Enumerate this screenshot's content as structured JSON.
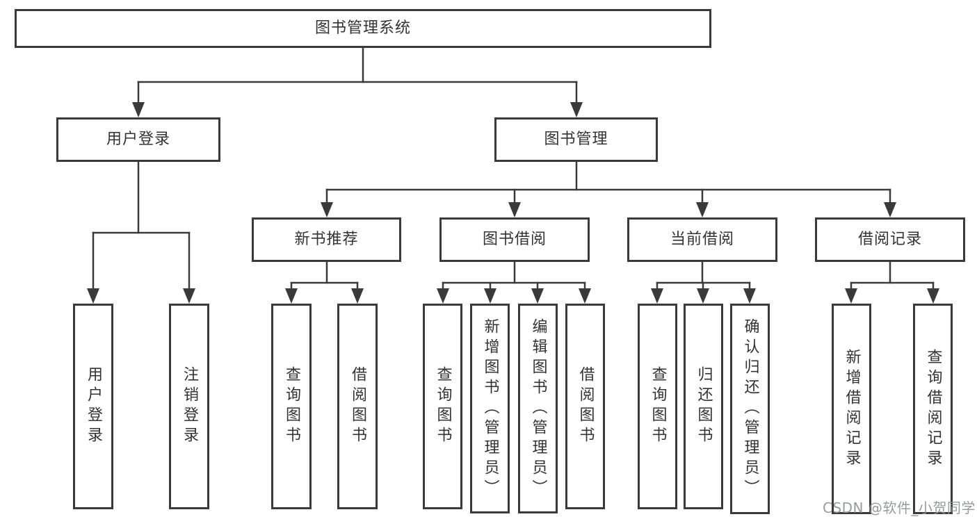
{
  "diagram": {
    "title": "图书管理系统",
    "watermark": "CSDN @软件_小贺同学",
    "colors": {
      "line": "#3a3a3a",
      "box_border": "#3a3a3a",
      "box_fill": "#ffffff",
      "text": "#333333",
      "watermark": "#8e9398",
      "background": "#ffffff"
    },
    "nodes": {
      "root": {
        "label": "图书管理系统"
      },
      "user_login": {
        "label": "用户登录"
      },
      "book_mgmt": {
        "label": "图书管理"
      },
      "new_book": {
        "label": "新书推荐"
      },
      "book_borrow": {
        "label": "图书借阅"
      },
      "current_borrow": {
        "label": "当前借阅"
      },
      "borrow_records": {
        "label": "借阅记录"
      },
      "leaf_user_login": {
        "label": "用户登录"
      },
      "leaf_logout": {
        "label": "注销登录"
      },
      "leaf_query_book_1": {
        "label": "查询图书"
      },
      "leaf_borrow_book_1": {
        "label": "借阅图书"
      },
      "leaf_query_book_2": {
        "label": "查询图书"
      },
      "leaf_add_book": {
        "label": "新增图书（管理员）"
      },
      "leaf_edit_book": {
        "label": "编辑图书（管理员）"
      },
      "leaf_borrow_book_2": {
        "label": "借阅图书"
      },
      "leaf_query_book_3": {
        "label": "查询图书"
      },
      "leaf_return_book": {
        "label": "归还图书"
      },
      "leaf_confirm_return": {
        "label": "确认归还（管理员）"
      },
      "leaf_add_record": {
        "label": "新增借阅记录"
      },
      "leaf_query_record": {
        "label": "查询借阅记录"
      }
    },
    "hierarchy": [
      {
        "parent": "图书管理系统",
        "children": [
          "用户登录",
          "图书管理"
        ]
      },
      {
        "parent": "用户登录",
        "children": [
          "用户登录",
          "注销登录"
        ]
      },
      {
        "parent": "图书管理",
        "children": [
          "新书推荐",
          "图书借阅",
          "当前借阅",
          "借阅记录"
        ]
      },
      {
        "parent": "新书推荐",
        "children": [
          "查询图书",
          "借阅图书"
        ]
      },
      {
        "parent": "图书借阅",
        "children": [
          "查询图书",
          "新增图书（管理员）",
          "编辑图书（管理员）",
          "借阅图书"
        ]
      },
      {
        "parent": "当前借阅",
        "children": [
          "查询图书",
          "归还图书",
          "确认归还（管理员）"
        ]
      },
      {
        "parent": "借阅记录",
        "children": [
          "新增借阅记录",
          "查询借阅记录"
        ]
      }
    ]
  }
}
